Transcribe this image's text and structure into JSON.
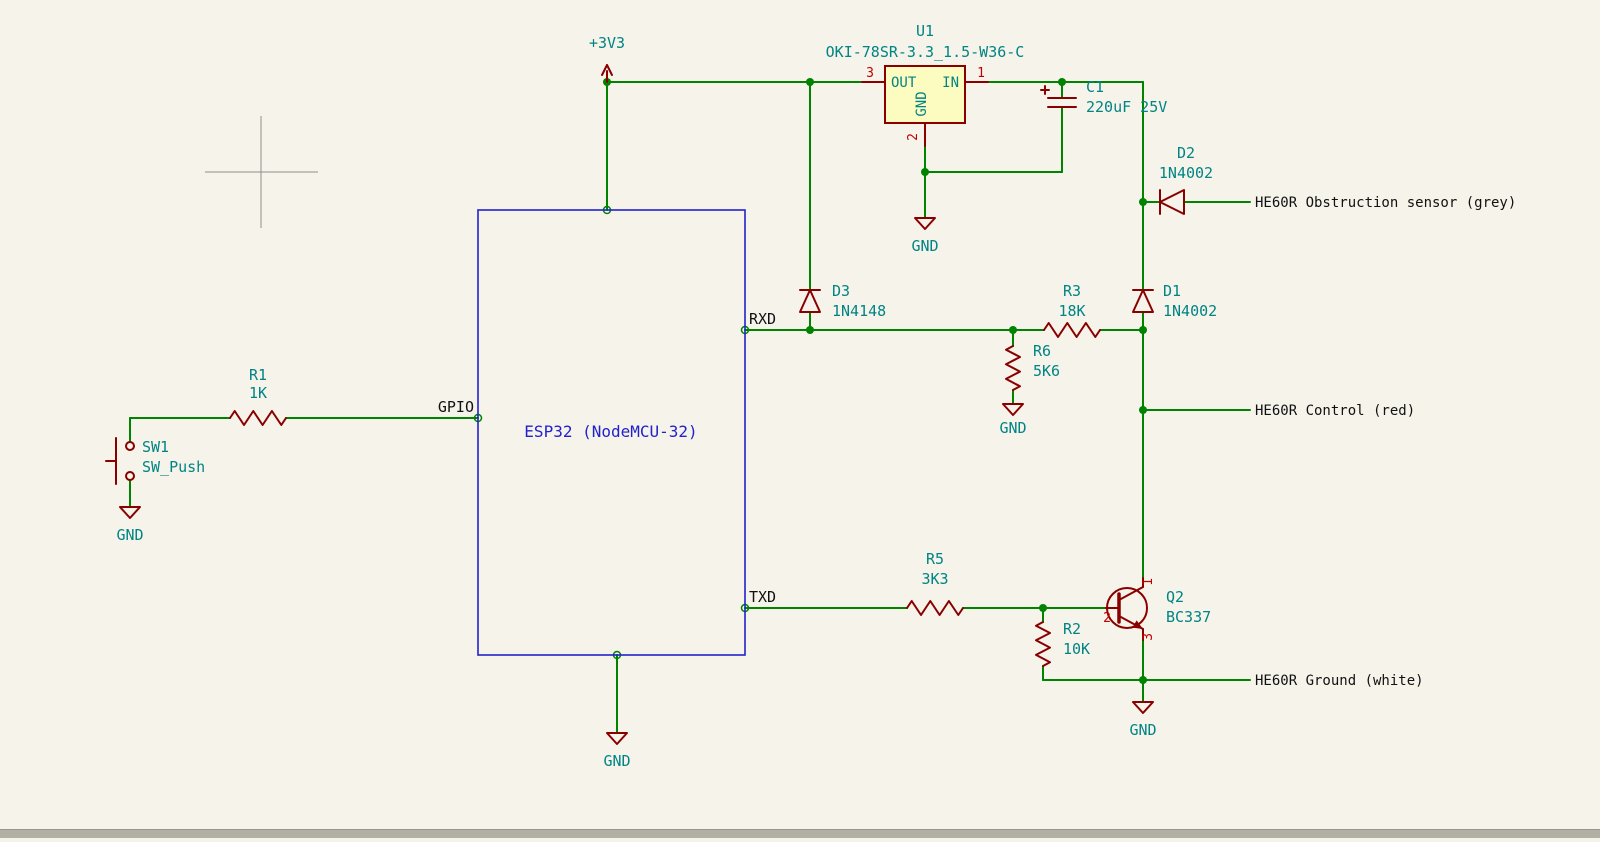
{
  "colors": {
    "background": "#f5f3ea",
    "wire": "#008400",
    "symbol": "#8a0000",
    "symbol_fill": "#fcfbc0",
    "field": "#008484",
    "pin_number": "#c00000",
    "sheet": "#2222cc",
    "label": "#111111",
    "crosshair": "#8f8f8f"
  },
  "power": {
    "v3v3": "+3V3",
    "gnd": "GND"
  },
  "sheet_esp32": {
    "name": "ESP32 (NodeMCU-32)"
  },
  "net_labels": {
    "gpio": "GPIO",
    "rxd": "RXD",
    "txd": "TXD"
  },
  "global_labels": {
    "obstruction": "HE60R Obstruction sensor (grey)",
    "control": "HE60R Control (red)",
    "ground": "HE60R Ground (white)"
  },
  "components": {
    "u1": {
      "ref": "U1",
      "value": "OKI-78SR-3.3_1.5-W36-C",
      "pins": {
        "out": {
          "name": "OUT",
          "number": "3"
        },
        "in": {
          "name": "IN",
          "number": "1"
        },
        "gnd": {
          "name": "GND",
          "number": "2"
        }
      }
    },
    "c1": {
      "ref": "C1",
      "value": "220uF 25V"
    },
    "d1": {
      "ref": "D1",
      "value": "1N4002"
    },
    "d2": {
      "ref": "D2",
      "value": "1N4002"
    },
    "d3": {
      "ref": "D3",
      "value": "1N4148"
    },
    "r1": {
      "ref": "R1",
      "value": "1K"
    },
    "r2": {
      "ref": "R2",
      "value": "10K"
    },
    "r3": {
      "ref": "R3",
      "value": "18K"
    },
    "r5": {
      "ref": "R5",
      "value": "3K3"
    },
    "r6": {
      "ref": "R6",
      "value": "5K6"
    },
    "q2": {
      "ref": "Q2",
      "value": "BC337",
      "pins": {
        "p1": "1",
        "p2": "2",
        "p3": "3"
      }
    },
    "sw1": {
      "ref": "SW1",
      "value": "SW_Push"
    }
  }
}
